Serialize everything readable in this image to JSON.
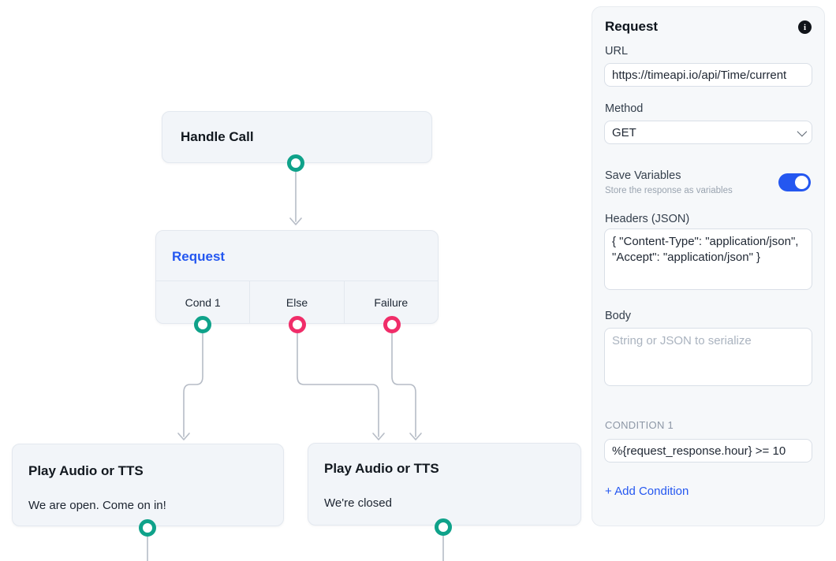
{
  "colors": {
    "teal": "#0fa28a",
    "pink": "#f02d69",
    "blue": "#2457f0",
    "edge": "#b6bcc6",
    "node_bg": "#f2f5f9",
    "panel_bg": "#f6f8fa"
  },
  "canvas": {
    "nodes": {
      "handle_call": {
        "title": "Handle Call"
      },
      "request": {
        "title": "Request",
        "branches": [
          {
            "label": "Cond 1",
            "port_color": "teal"
          },
          {
            "label": "Else",
            "port_color": "pink"
          },
          {
            "label": "Failure",
            "port_color": "pink"
          }
        ]
      },
      "play_open": {
        "title": "Play Audio or TTS",
        "subtitle": "We are open. Come on in!"
      },
      "play_closed": {
        "title": "Play Audio or TTS",
        "subtitle": "We're closed"
      }
    }
  },
  "panel": {
    "title": "Request",
    "info_icon": "i",
    "url": {
      "label": "URL",
      "value": "https://timeapi.io/api/Time/current"
    },
    "method": {
      "label": "Method",
      "value": "GET"
    },
    "save_variables": {
      "label": "Save Variables",
      "sublabel": "Store the response as variables",
      "enabled": true
    },
    "headers": {
      "label": "Headers (JSON)",
      "value": "{ \"Content-Type\": \"application/json\", \"Accept\": \"application/json\" }"
    },
    "body": {
      "label": "Body",
      "value": "",
      "placeholder": "String or JSON to serialize"
    },
    "condition": {
      "label": "CONDITION 1",
      "value": "%{request_response.hour} >= 10"
    },
    "add_condition_label": "+ Add Condition"
  }
}
